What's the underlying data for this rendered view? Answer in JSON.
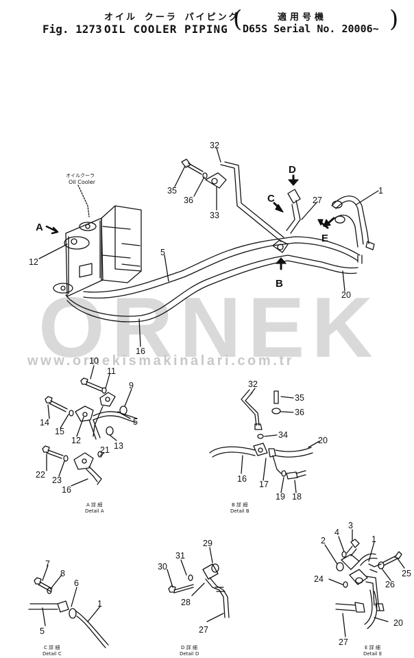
{
  "header": {
    "jp_title": "オイル クーラ パイピング",
    "jp_serial": "適用号機",
    "fig_no": "Fig. 1273",
    "title": "OIL COOLER PIPING",
    "serial": "D65S Serial No. 20006~"
  },
  "watermark": {
    "text": "ORNEK",
    "url": "www.ornekismakinalari.com.tr",
    "color": "#d9d9d9"
  },
  "main": {
    "oil_cooler_jp": "オイルクーラ",
    "oil_cooler_en": "Oil Cooler",
    "view_letters": [
      "A",
      "B",
      "C",
      "D",
      "E"
    ],
    "callouts": [
      "32",
      "35",
      "36",
      "33",
      "1",
      "27",
      "5",
      "12",
      "20",
      "16"
    ]
  },
  "details": [
    {
      "jp": "A 詳 細",
      "en": "Detail A",
      "callouts": [
        "10",
        "11",
        "9",
        "14",
        "15",
        "12",
        "5",
        "13",
        "21",
        "22",
        "23",
        "16"
      ]
    },
    {
      "jp": "B 詳 細",
      "en": "Detail B",
      "callouts": [
        "32",
        "35",
        "36",
        "34",
        "20",
        "16",
        "17",
        "19",
        "18"
      ]
    },
    {
      "jp": "C 詳 細",
      "en": "Detail C",
      "callouts": [
        "7",
        "8",
        "6",
        "1",
        "5"
      ]
    },
    {
      "jp": "D 詳 細",
      "en": "Detail D",
      "callouts": [
        "29",
        "31",
        "30",
        "28",
        "27"
      ]
    },
    {
      "jp": "E 詳 細",
      "en": "Detail E",
      "callouts": [
        "3",
        "4",
        "2",
        "1",
        "25",
        "24",
        "26",
        "20",
        "27"
      ]
    }
  ]
}
